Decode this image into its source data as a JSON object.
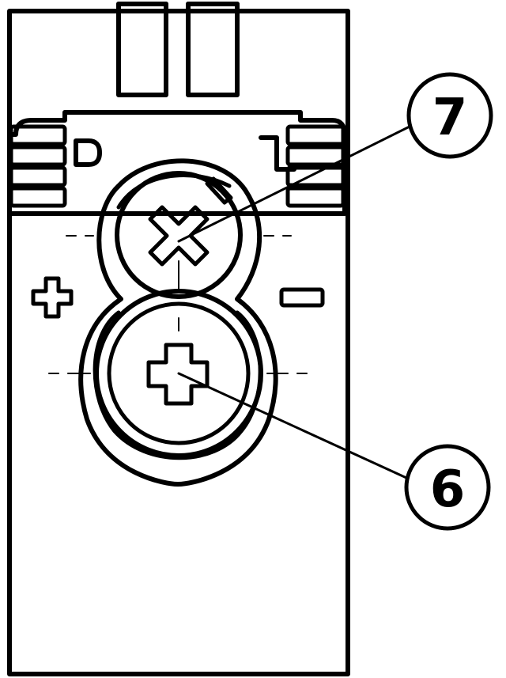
{
  "diagram": {
    "colors": {
      "stroke": "#000000",
      "fill": "#ffffff"
    },
    "callouts": [
      {
        "id": "7",
        "label": "7",
        "target": "cross-screw"
      },
      {
        "id": "6",
        "label": "6",
        "target": "phillips-screw"
      }
    ],
    "polarity": {
      "positive": "+",
      "negative": "−"
    },
    "icons": [
      "mounting-tab-icon",
      "cross-screw-icon",
      "phillips-screw-icon",
      "plus-icon",
      "minus-icon",
      "rib-icon",
      "latch-bracket-icon"
    ]
  }
}
